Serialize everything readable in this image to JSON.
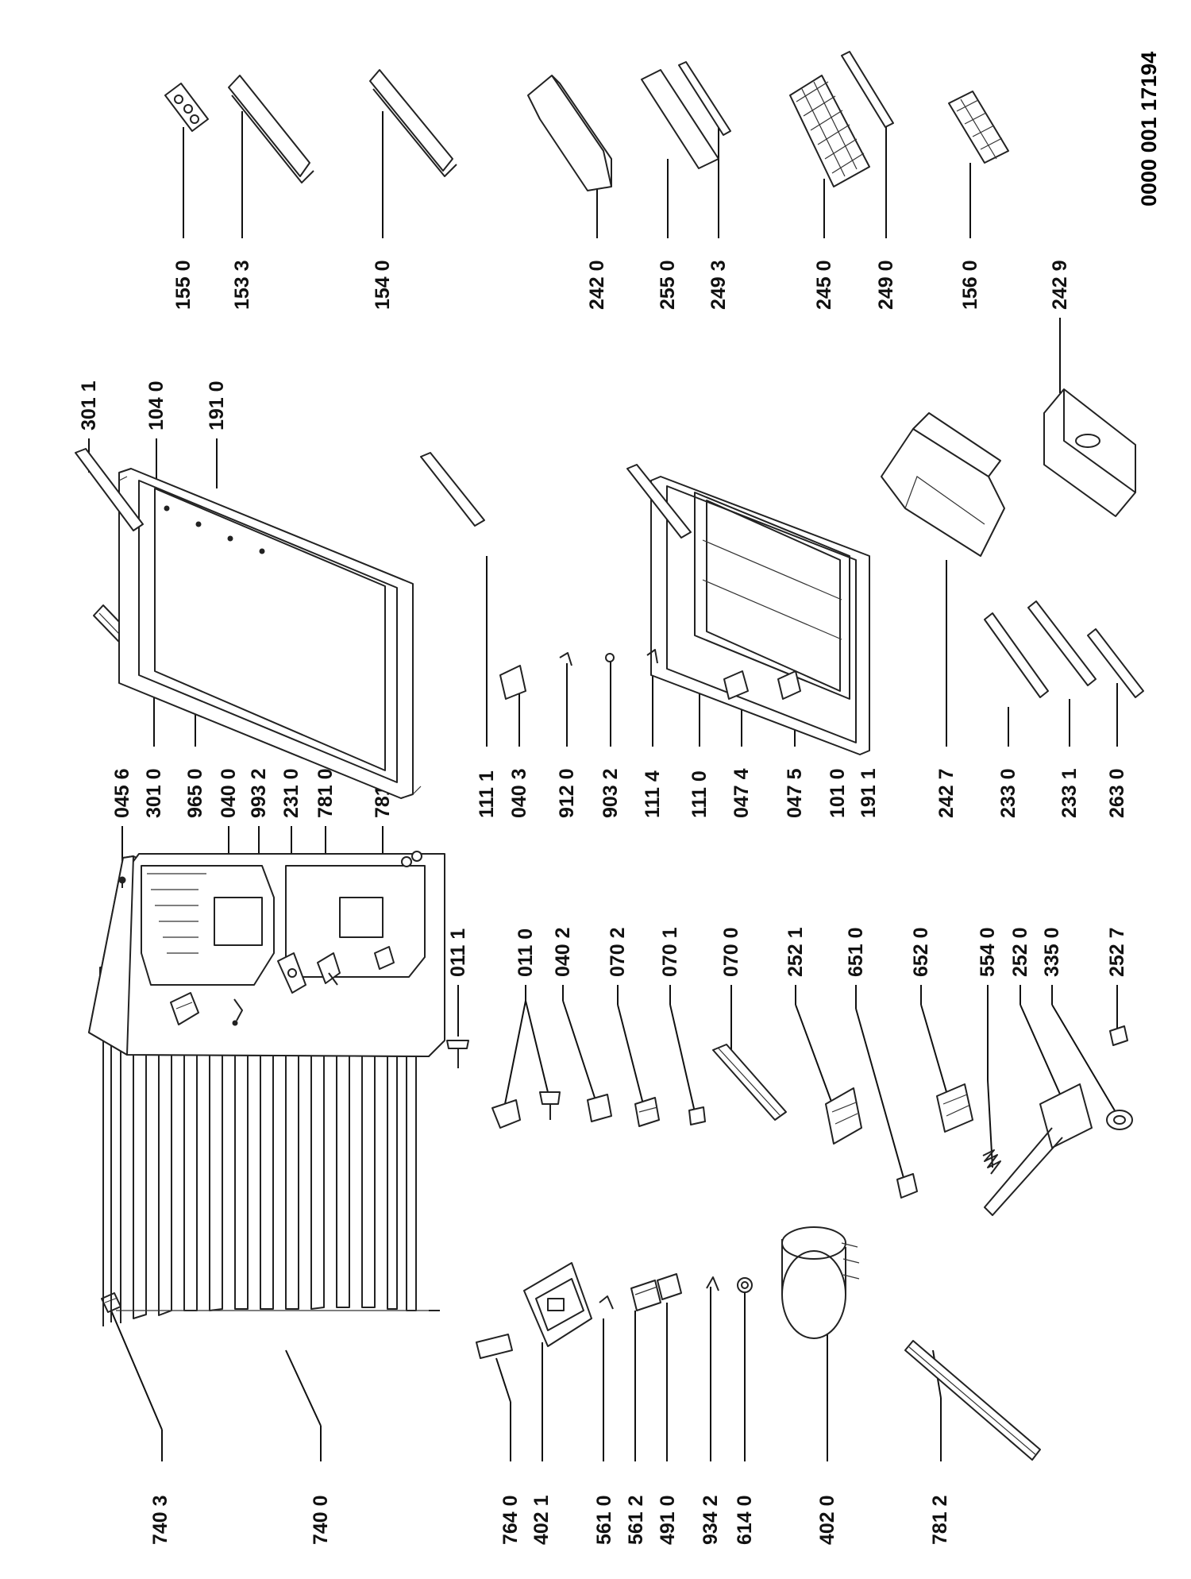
{
  "document_number": "0000 001 17194",
  "labels": {
    "c1": [
      "740 3",
      "740 0",
      "764 0",
      "402 1",
      "561 0",
      "561 2",
      "491 0",
      "934 2",
      "614 0",
      "402 0",
      "781 2"
    ],
    "c2": [
      "011 1",
      "011 0",
      "040 2",
      "070 2",
      "070 1",
      "070 0",
      "252 1",
      "651 0",
      "652 0",
      "554 0",
      "252 0",
      "335 0",
      "252 7"
    ],
    "c3": [
      "045 6",
      "301 0",
      "965 0",
      "040 0",
      "993 2",
      "231 0",
      "781 0",
      "781 1",
      "111 1",
      "040 3",
      "912 0",
      "903 2",
      "111 4",
      "111 0",
      "047 4",
      "047 5",
      "101 0",
      "191 1",
      "242 7",
      "233 0",
      "233 1",
      "263 0"
    ],
    "c4": [
      "301 1",
      "104 0",
      "191 0"
    ],
    "c5": [
      "155 0",
      "153 3",
      "154 0",
      "242 0",
      "255 0",
      "249 3",
      "245 0",
      "249 0",
      "156 0",
      "242 9"
    ]
  }
}
